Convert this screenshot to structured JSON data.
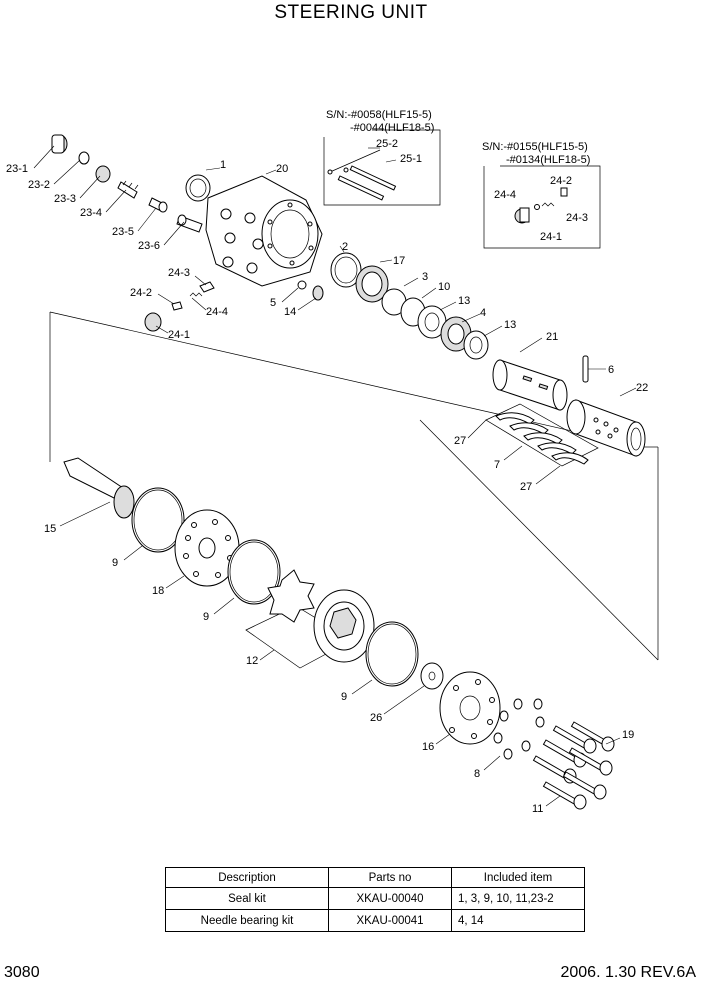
{
  "title": "STEERING UNIT",
  "serial_notes": {
    "sn1_line1": "S/N:-#0058(HLF15-5)",
    "sn1_line2": "-#0044(HLF18-5)",
    "sn2_line1": "S/N:-#0155(HLF15-5)",
    "sn2_line2": "-#0134(HLF18-5)"
  },
  "labels": {
    "p23_1": "23-1",
    "p23_2": "23-2",
    "p23_3": "23-3",
    "p23_4": "23-4",
    "p23_5": "23-5",
    "p23_6": "23-6",
    "p1": "1",
    "p20": "20",
    "p25_2": "25-2",
    "p25_1": "25-1",
    "p24_2a": "24-2",
    "p24_4a": "24-4",
    "p24_3a": "24-3",
    "p24_1a": "24-1",
    "p24_3b": "24-3",
    "p24_2b": "24-2",
    "p24_4b": "24-4",
    "p24_1b": "24-1",
    "p2": "2",
    "p17": "17",
    "p3": "3",
    "p5": "5",
    "p14": "14",
    "p10": "10",
    "p13a": "13",
    "p4": "4",
    "p13b": "13",
    "p21": "21",
    "p6": "6",
    "p22": "22",
    "p27a": "27",
    "p7": "7",
    "p27b": "27",
    "p15": "15",
    "p9a": "9",
    "p18": "18",
    "p9b": "9",
    "p12": "12",
    "p9c": "9",
    "p26": "26",
    "p16": "16",
    "p19": "19",
    "p8": "8",
    "p11": "11"
  },
  "kit_table": {
    "headers": [
      "Description",
      "Parts no",
      "Included item"
    ],
    "rows": [
      [
        "Seal kit",
        "XKAU-00040",
        "1, 3, 9, 10, 11,23-2"
      ],
      [
        "Needle bearing kit",
        "XKAU-00041",
        "4, 14"
      ]
    ]
  },
  "footer": {
    "page": "3080",
    "revision": "2006. 1.30  REV.6A"
  }
}
